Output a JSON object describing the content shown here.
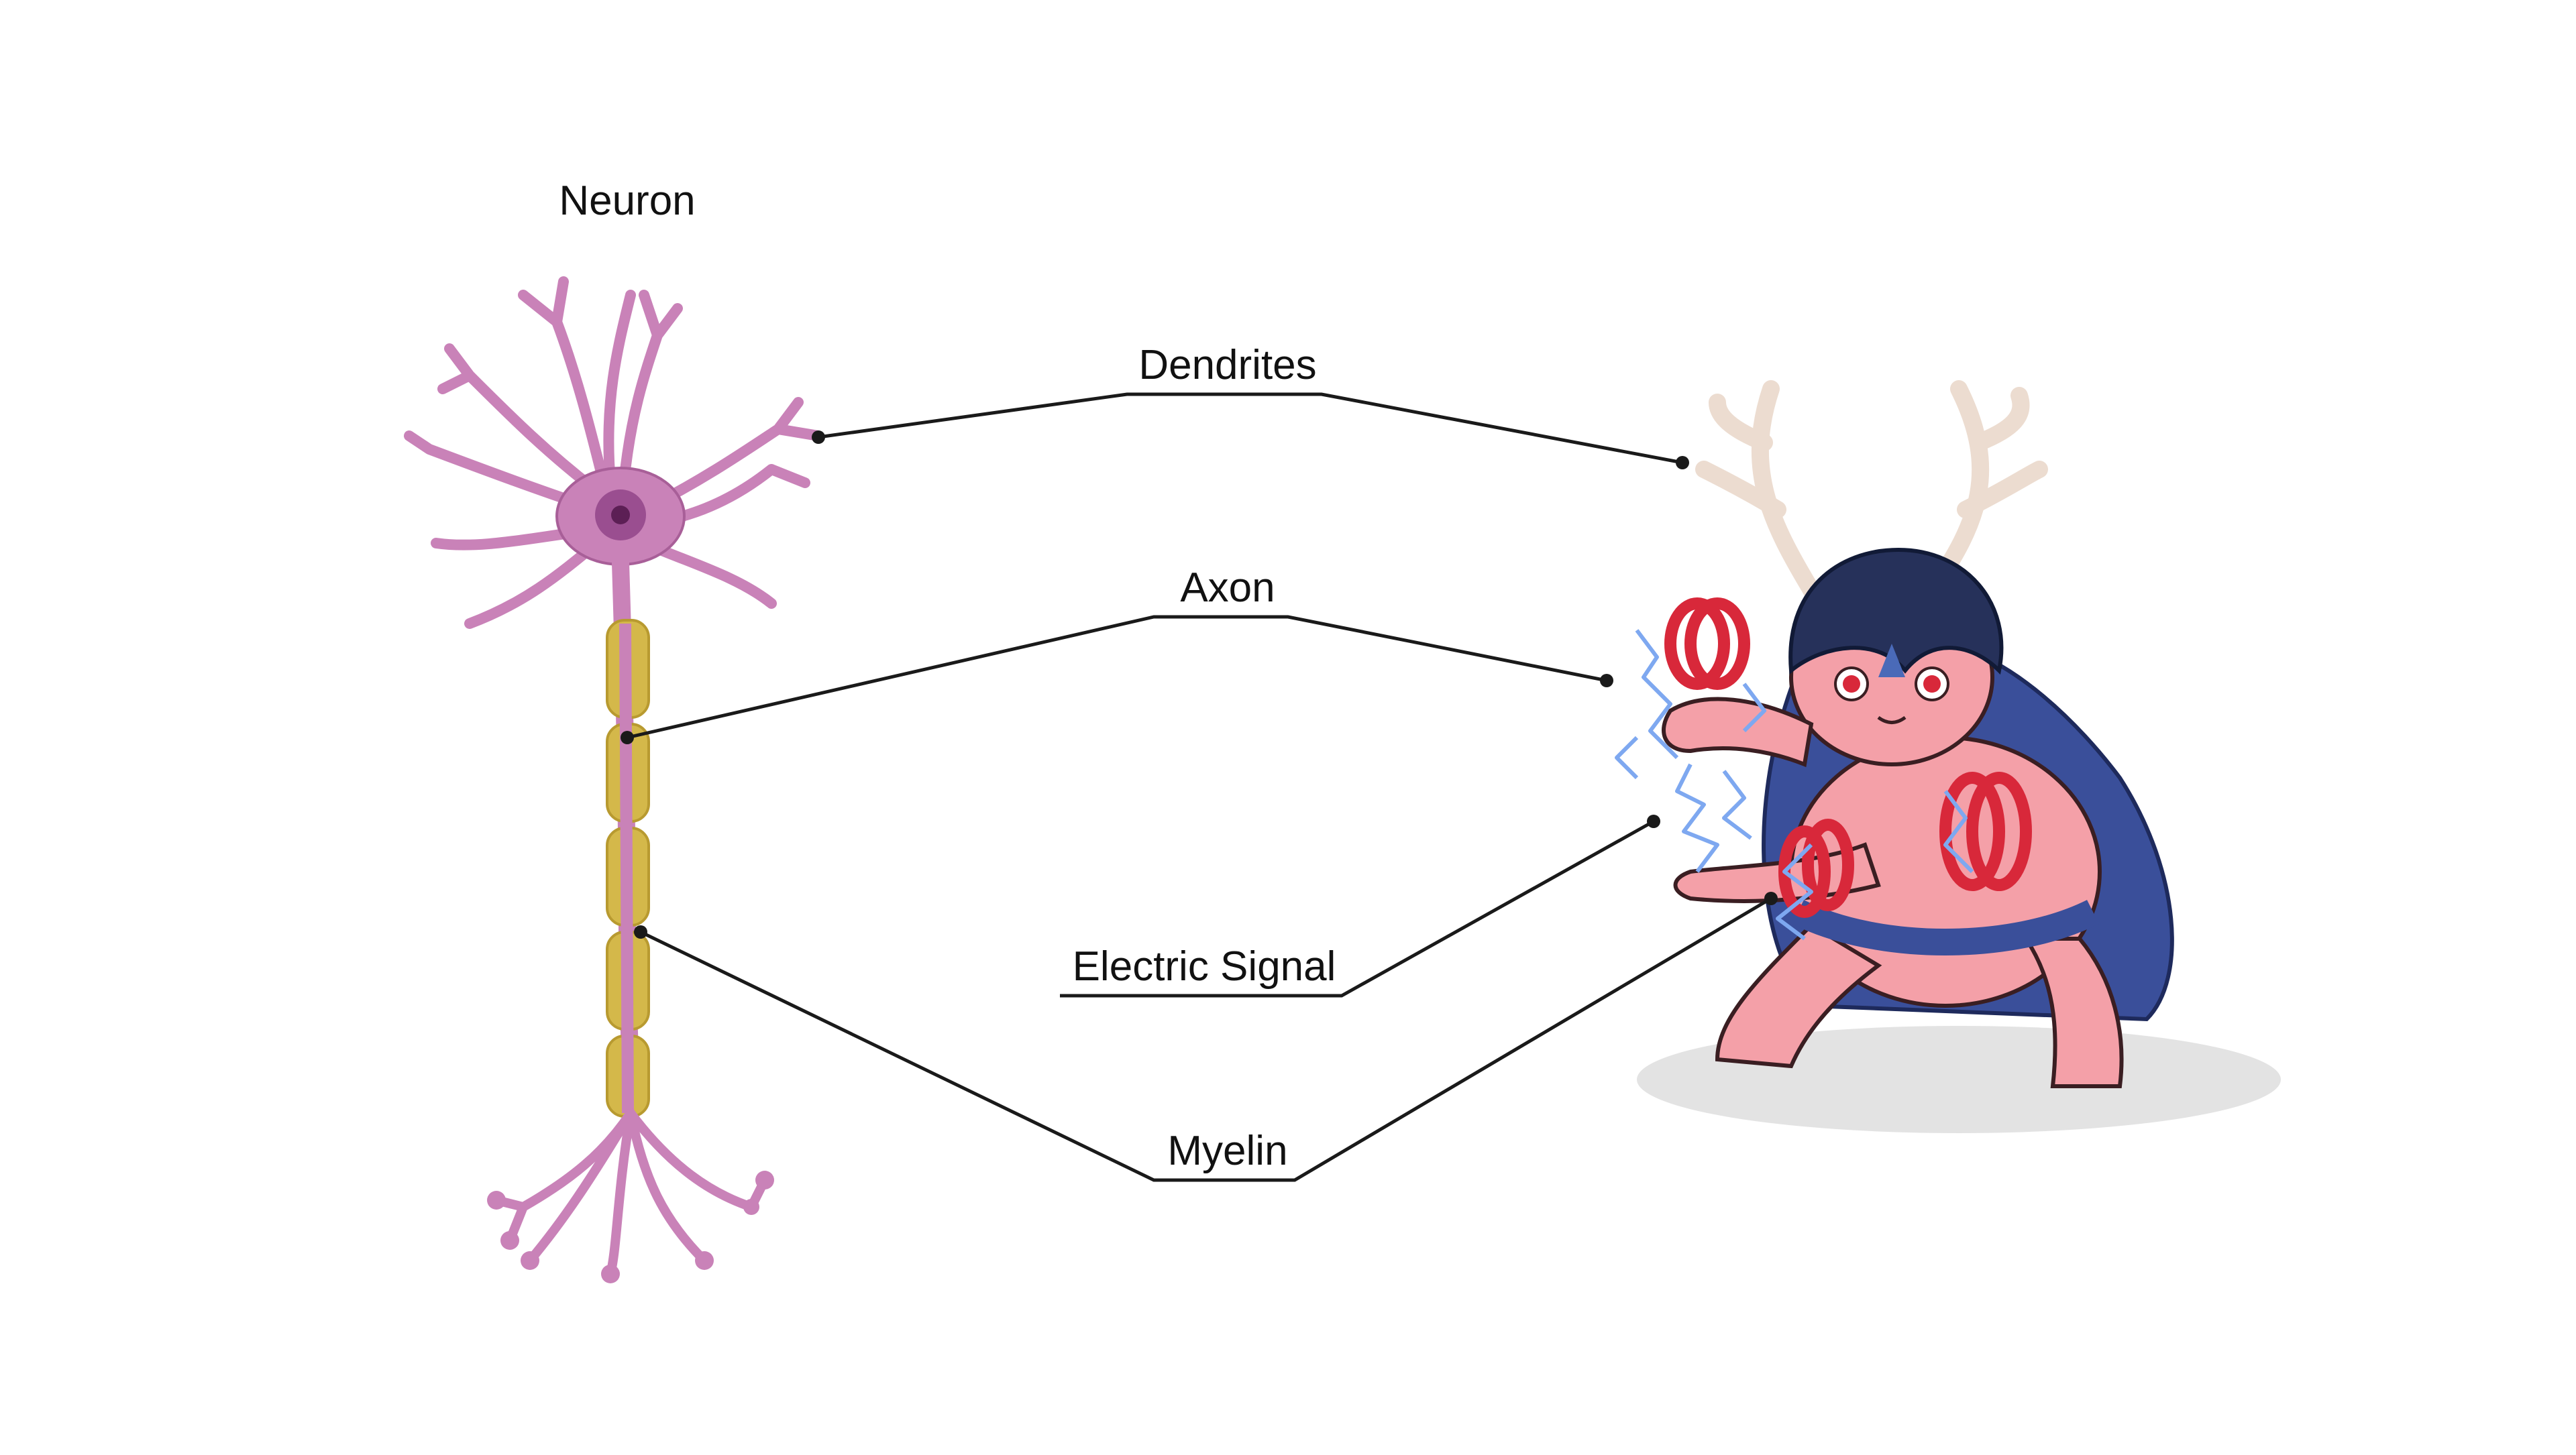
{
  "title": "Neuron",
  "labels": {
    "dendrites": "Dendrites",
    "axon": "Axon",
    "electric_signal": "Electric Signal",
    "myelin": "Myelin"
  },
  "colors": {
    "neuron_body": "#c982b8",
    "neuron_outline": "#a85f98",
    "nucleus": "#8a3f80",
    "myelin": "#d4b84a",
    "creature_skin": "#f4a0a8",
    "cape": "#3a4f9a",
    "helmet": "#26315a",
    "antlers": "#ecdcd0",
    "bands": "#d8283a",
    "lightning": "#7ea8f0",
    "connector": "#1a1a1a"
  },
  "icons": {
    "neuron": "neuron-illustration",
    "creature": "antlered-creature-illustration"
  }
}
